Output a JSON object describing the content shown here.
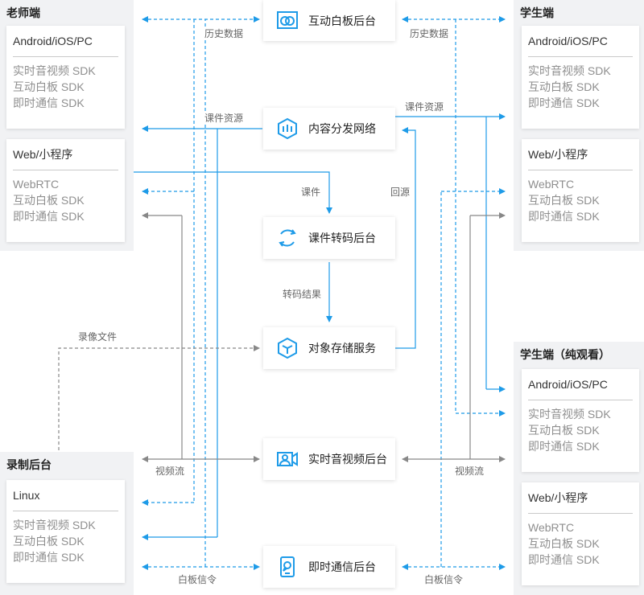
{
  "teacher": {
    "title": "老师端",
    "native": {
      "title": "Android/iOS/PC",
      "items": [
        "实时音视频 SDK",
        "互动白板 SDK",
        "即时通信 SDK"
      ]
    },
    "web": {
      "title": "Web/小程序",
      "items": [
        "WebRTC",
        "互动白板 SDK",
        "即时通信 SDK"
      ]
    }
  },
  "student": {
    "title": "学生端",
    "native": {
      "title": "Android/iOS/PC",
      "items": [
        "实时音视频 SDK",
        "互动白板 SDK",
        "即时通信 SDK"
      ]
    },
    "web": {
      "title": "Web/小程序",
      "items": [
        "WebRTC",
        "互动白板 SDK",
        "即时通信 SDK"
      ]
    }
  },
  "viewer": {
    "title": "学生端（纯观看）",
    "native": {
      "title": "Android/iOS/PC",
      "items": [
        "实时音视频 SDK",
        "互动白板 SDK",
        "即时通信 SDK"
      ]
    },
    "web": {
      "title": "Web/小程序",
      "items": [
        "WebRTC",
        "互动白板 SDK",
        "即时通信 SDK"
      ]
    }
  },
  "recorder": {
    "title": "录制后台",
    "linux": {
      "title": "Linux",
      "items": [
        "实时音视频 SDK",
        "互动白板 SDK",
        "即时通信 SDK"
      ]
    }
  },
  "services": {
    "whiteboard": {
      "label": "互动白板后台",
      "icon": "whiteboard-icon"
    },
    "cdn": {
      "label": "内容分发网络",
      "icon": "cdn-icon"
    },
    "transcode": {
      "label": "课件转码后台",
      "icon": "transcode-icon"
    },
    "storage": {
      "label": "对象存储服务",
      "icon": "storage-icon"
    },
    "trtc": {
      "label": "实时音视频后台",
      "icon": "video-camera-icon"
    },
    "im": {
      "label": "即时通信后台",
      "icon": "chat-icon"
    }
  },
  "edge_labels": {
    "history_left": "历史数据",
    "history_right": "历史数据",
    "courseware_res_left": "课件资源",
    "courseware_res_right": "课件资源",
    "courseware": "课件",
    "origin": "回源",
    "transcode_result": "转码结果",
    "record_file": "录像文件",
    "video_left": "视频流",
    "video_right": "视频流",
    "wb_signal_left": "白板信令",
    "wb_signal_right": "白板信令"
  },
  "colors": {
    "blue": "#1e9be8",
    "gray": "#888888",
    "group_bg": "#f1f2f4"
  }
}
